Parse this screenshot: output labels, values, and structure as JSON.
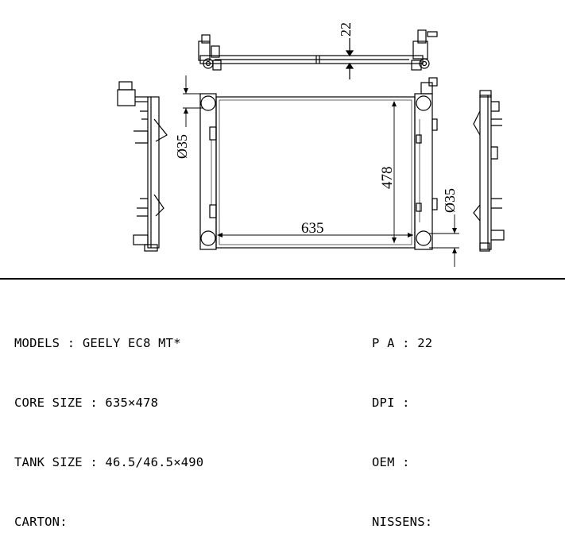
{
  "dimensions": {
    "top_offset": "22",
    "height": "478",
    "width": "635",
    "left_pipe": "Ø35",
    "right_pipe": "Ø35"
  },
  "specs_left": [
    {
      "label": "MODELS",
      "sep": " : ",
      "value": "GEELY EC8 MT*"
    },
    {
      "label": "CORE SIZE",
      "sep": " : ",
      "value": "635×478"
    },
    {
      "label": "TANK SIZE",
      "sep": " : ",
      "value": "46.5/46.5×490"
    },
    {
      "label": "CARTON",
      "sep": ":",
      "value": ""
    }
  ],
  "specs_right": [
    {
      "label": "P A",
      "sep": " : ",
      "value": "22"
    },
    {
      "label": "DPI",
      "sep": " : ",
      "value": ""
    },
    {
      "label": "OEM",
      "sep": " : ",
      "value": ""
    },
    {
      "label": "NISSENS",
      "sep": ":",
      "value": ""
    }
  ]
}
